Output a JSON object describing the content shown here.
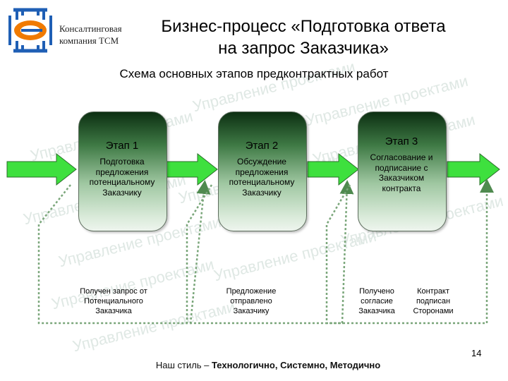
{
  "company": {
    "line1": "Консалтинговая",
    "line2": "компания ТСМ"
  },
  "title": {
    "line1": "Бизнес-процесс «Подготовка ответа",
    "line2": "на запрос Заказчика»"
  },
  "subtitle": "Схема основных этапов предконтрактных работ",
  "watermark": "Управление проектами",
  "stages": [
    {
      "title": "Этап 1",
      "desc": [
        "Подготовка",
        "предложения",
        "потенциальному",
        "Заказчику"
      ]
    },
    {
      "title": "Этап 2",
      "desc": [
        "Обсуждение",
        "предложения",
        "потенциальному",
        "Заказчику"
      ]
    },
    {
      "title": "Этап 3",
      "desc": [
        "Согласование и",
        "подписание с",
        "Заказчиком",
        "контракта"
      ]
    }
  ],
  "outputs": [
    [
      "Получен запрос от",
      "Потенциального",
      "Заказчика"
    ],
    [
      "Предложение",
      "отправлено",
      "Заказчику"
    ],
    [
      "Получено",
      "согласие",
      "Заказчика"
    ],
    [
      "Контракт",
      "подписан",
      "Сторонами"
    ]
  ],
  "footer": {
    "prefix": "Наш стиль – ",
    "emphasis": "Технологично, Системно, Методично"
  },
  "page_number": "14",
  "colors": {
    "arrow": "#3ee03e",
    "stage_top": "#0c2f12",
    "stage_bottom": "#eef5ee",
    "dashed": "#7aa67a",
    "logo_orange": "#f07a00",
    "logo_blue": "#1f5fb5"
  }
}
